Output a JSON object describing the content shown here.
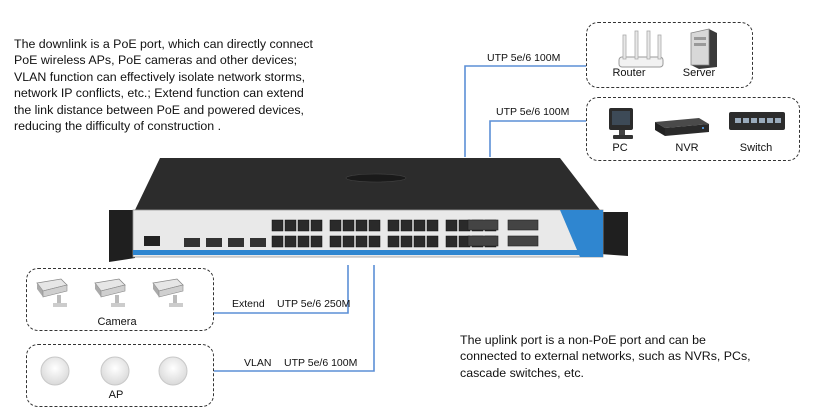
{
  "downlink_text": "The downlink is a PoE port, which can directly connect PoE wireless APs, PoE cameras and other devices; VLAN function can effectively isolate network storms, network IP conflicts, etc.; Extend function can extend the link distance between PoE and powered devices, reducing the difficulty of construction .",
  "uplink_text": "The uplink port is a non-PoE port and can be connected to external networks, such as NVRs, PCs, cascade switches, etc.",
  "links": {
    "router_server": "UTP 5e/6  100M",
    "pc_nvr_switch": "UTP 5e/6  100M",
    "camera_mode": "Extend",
    "camera": "UTP 5e/6  250M",
    "ap_mode": "VLAN",
    "ap": "UTP 5e/6  100M"
  },
  "devices": {
    "router": "Router",
    "server": "Server",
    "pc": "PC",
    "nvr": "NVR",
    "switch": "Switch",
    "camera": "Camera",
    "ap": "AP"
  },
  "colors": {
    "link_line": "#5b8fd6",
    "switch_body": "#2a2a2a",
    "switch_accent": "#2f86d0"
  }
}
